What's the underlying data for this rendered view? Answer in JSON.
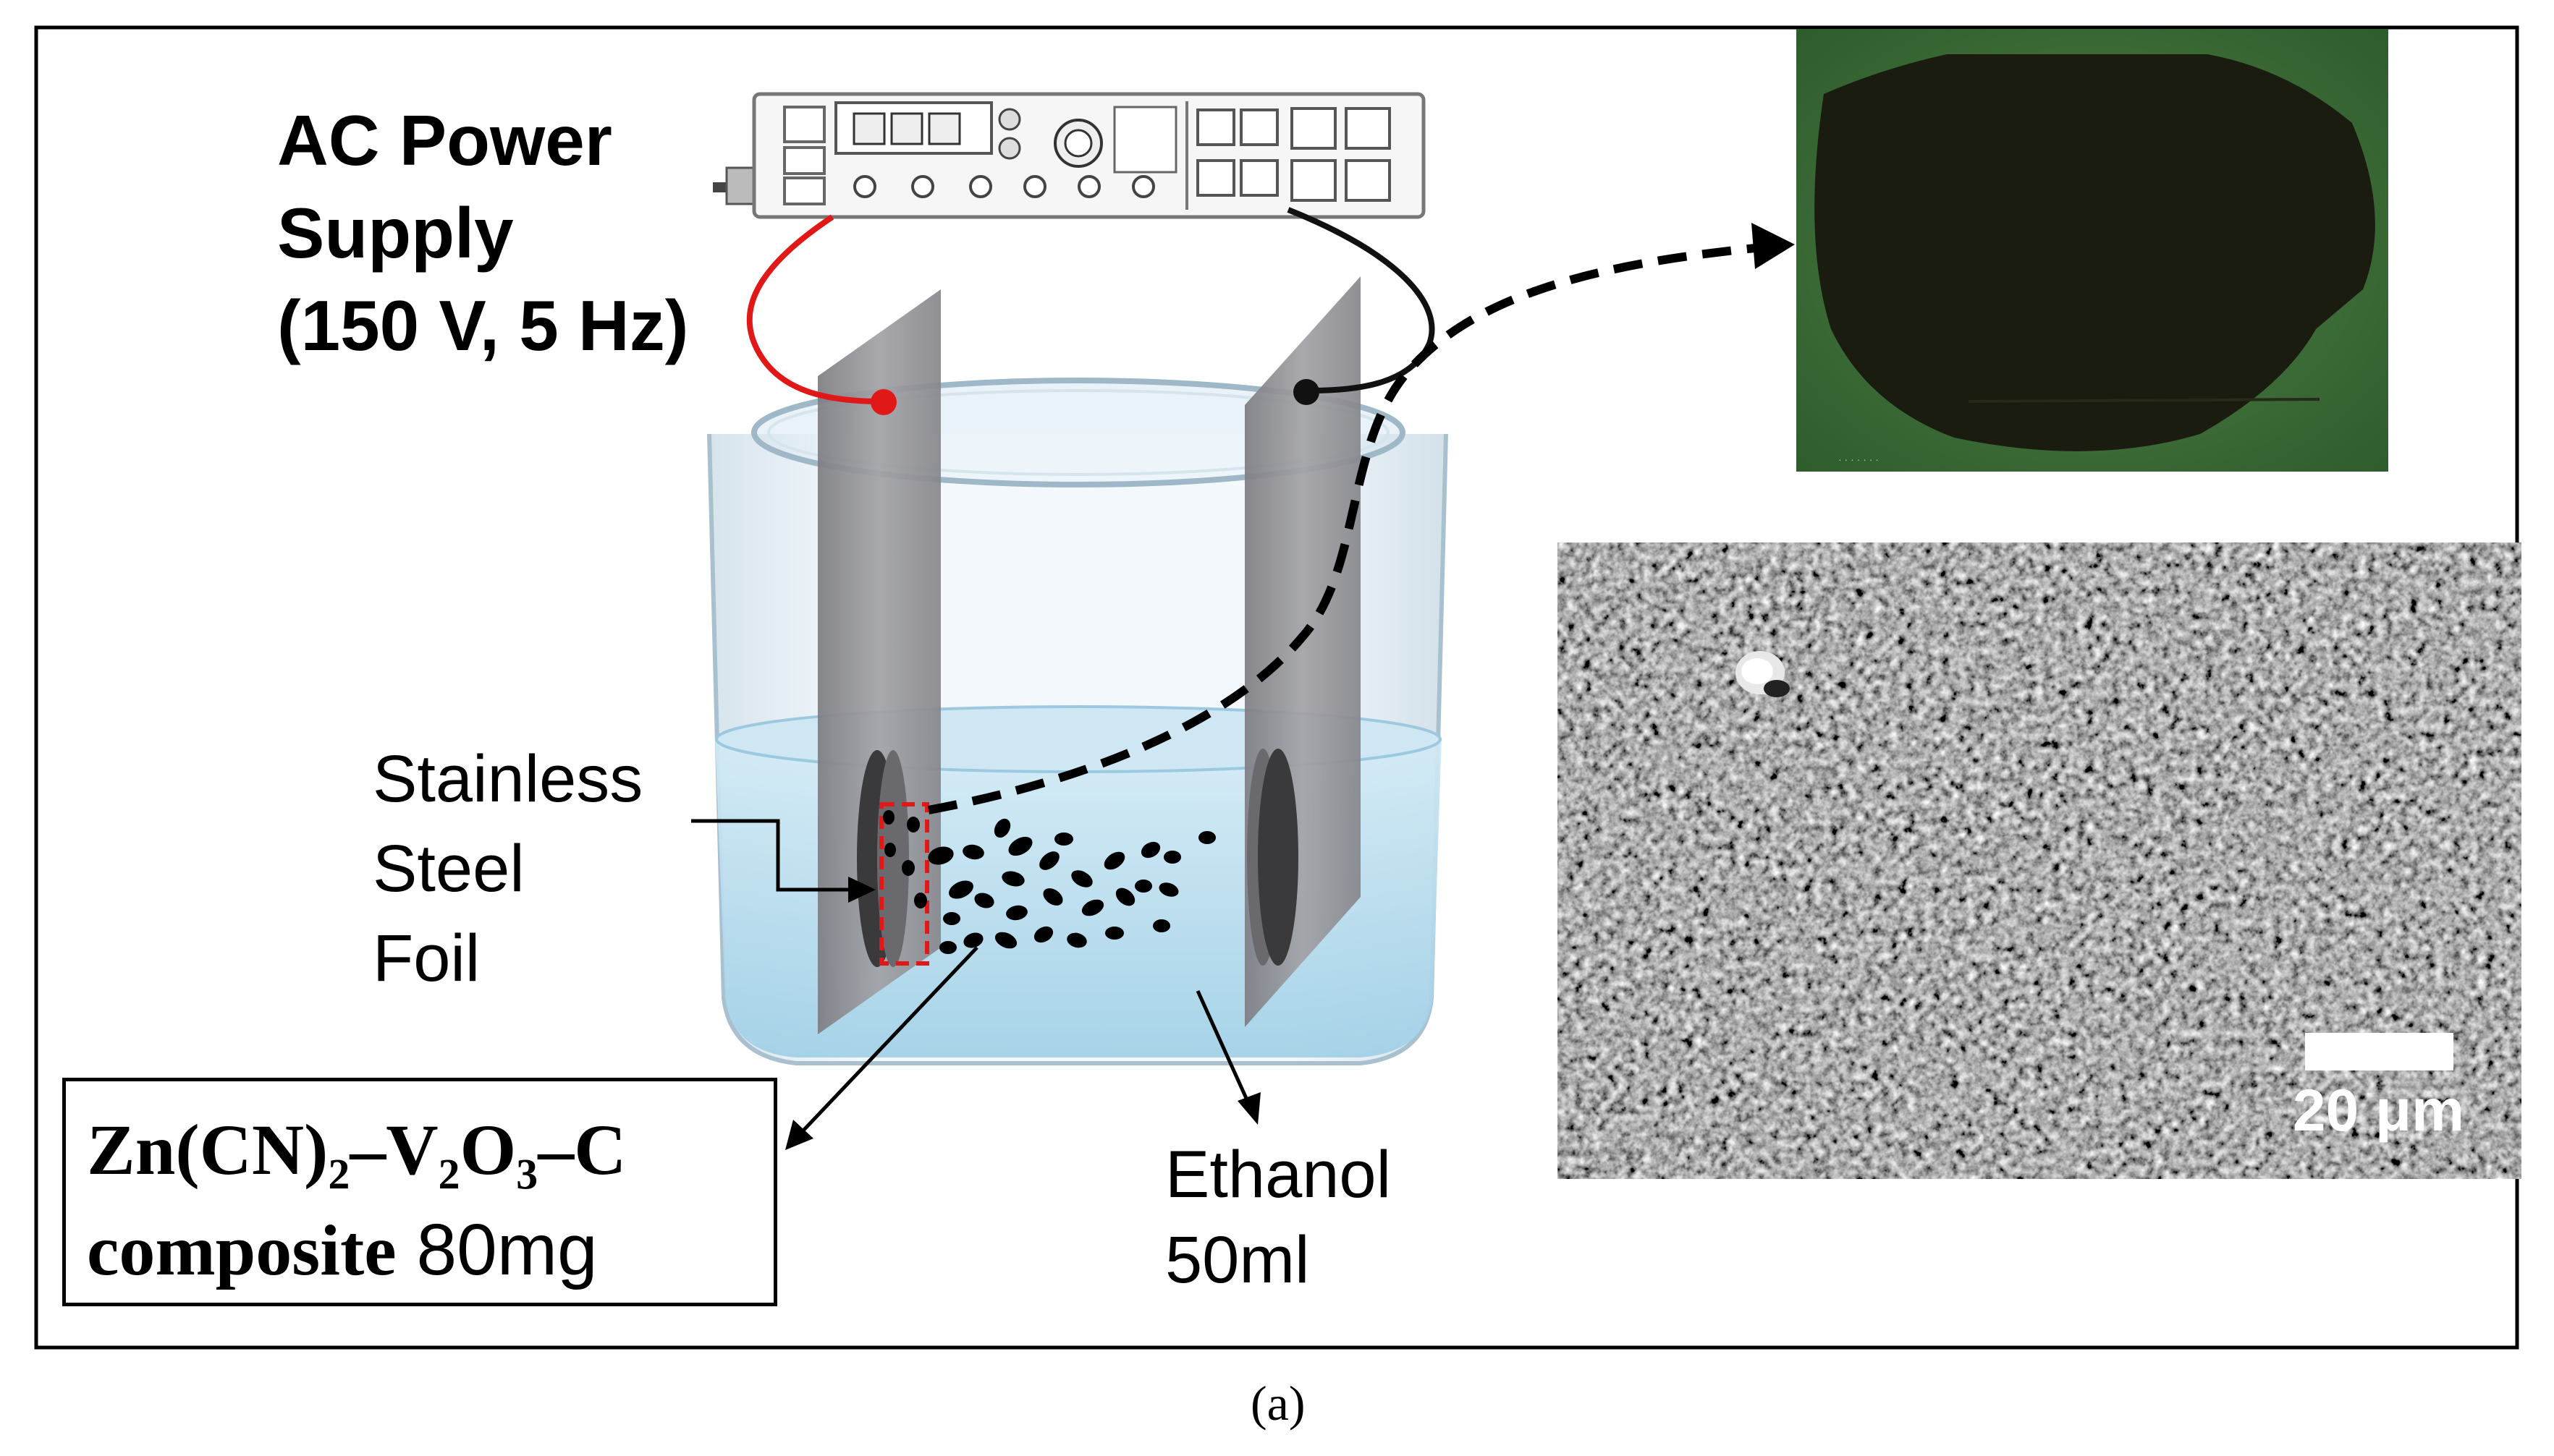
{
  "labels": {
    "power_line1": "AC Power",
    "power_line2": "Supply",
    "power_line3": "(150 V,  5 Hz)",
    "steel_line1": "Stainless",
    "steel_line2": "Steel",
    "steel_line3": "Foil",
    "ethanol_line1": "Ethanol",
    "ethanol_line2": "50ml",
    "composite_formula": "Zn(CN)₂–V₂O₃–C",
    "composite_word": "composite",
    "composite_mass": "80mg",
    "caption": "(a)"
  },
  "sem": {
    "scale_bar_label": "20 μm"
  },
  "colors": {
    "red_wire": "#e01818",
    "black_wire": "#111111",
    "photo_bg_green": "#3f6f3a",
    "coated_disk": "#1a1c10",
    "electrode_plate": "#8f8f94",
    "liquid": "#bfe0f0"
  }
}
